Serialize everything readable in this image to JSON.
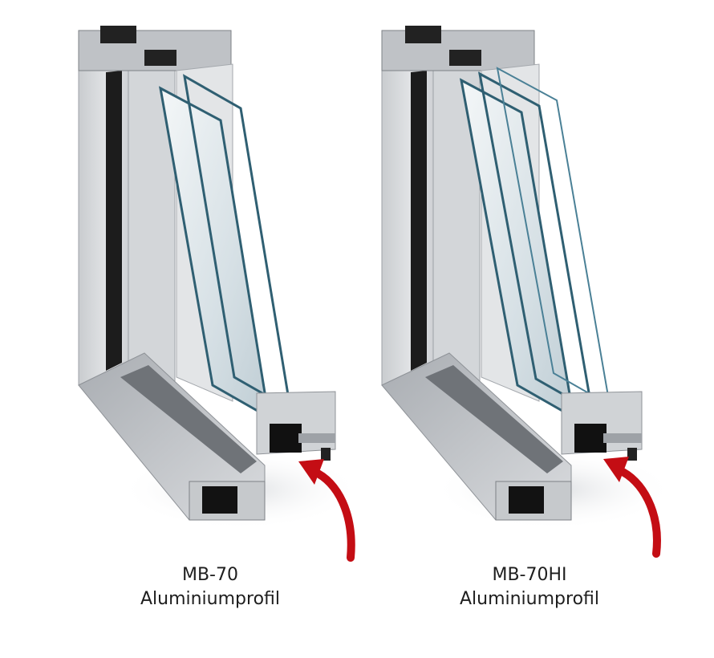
{
  "colors": {
    "frame_light": "#d6d8db",
    "frame_mid": "#b8bbc0",
    "frame_dark": "#8f9398",
    "gasket": "#151515",
    "glass": "#dfe8ec",
    "glass_edge": "#2f5f72",
    "arrow": "#c40d14",
    "caption": "#1e1e1e"
  },
  "profiles": [
    {
      "model": "MB-70",
      "subtitle": "Aluminiumprofil",
      "arrow_icon": "red-curved-arrow"
    },
    {
      "model": "MB-70HI",
      "subtitle": "Aluminiumprofil",
      "arrow_icon": "red-curved-arrow"
    }
  ]
}
